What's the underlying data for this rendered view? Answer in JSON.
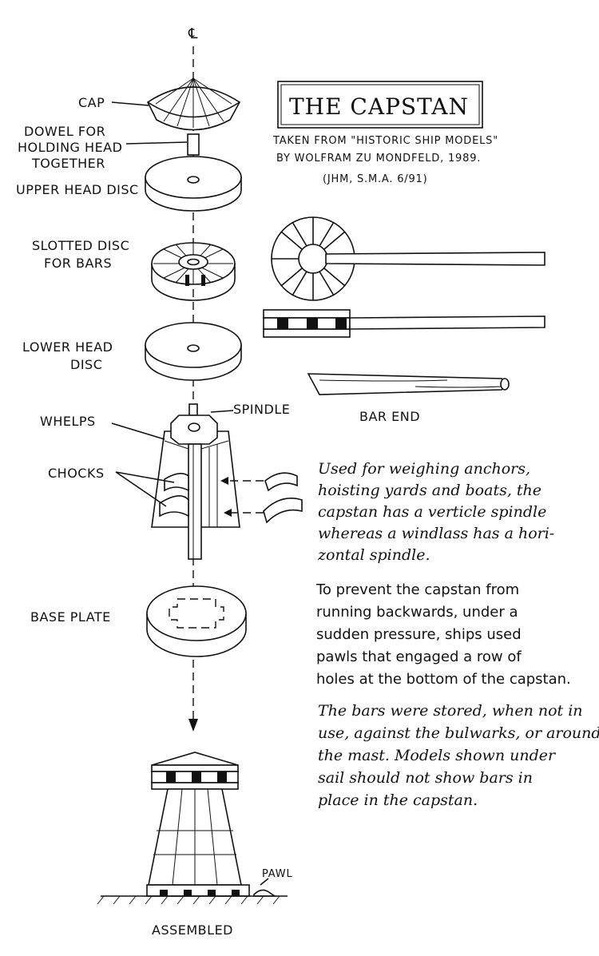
{
  "title": {
    "heading": "THE CAPSTAN",
    "source_line1": "TAKEN FROM \"HISTORIC SHIP MODELS\"",
    "source_line2": "BY WOLFRAM ZU MONDFELD, 1989.",
    "source_line3": "(JHM, S.M.A. 6/91)"
  },
  "centerline_symbol": "℄",
  "labels": {
    "cap": "CAP",
    "dowel_1": "DOWEL FOR",
    "dowel_2": "HOLDING HEAD",
    "dowel_3": "TOGETHER",
    "upper_head_disc": "UPPER HEAD DISC",
    "slotted_1": "SLOTTED DISC",
    "slotted_2": "FOR BARS",
    "lower_head_1": "LOWER HEAD",
    "lower_head_2": "DISC",
    "whelps": "WHELPS",
    "spindle": "SPINDLE",
    "chocks": "CHOCKS",
    "base_plate": "BASE PLATE",
    "bar_end": "BAR END",
    "pawl": "PAWL",
    "assembled": "ASSEMBLED"
  },
  "notes": {
    "para1": [
      "Used for weighing anchors,",
      "hoisting yards and boats, the",
      "capstan has a verticle spindle",
      "whereas a windlass has a hori-",
      "zontal spindle."
    ],
    "para2": [
      "To prevent the capstan from",
      "running backwards, under a",
      "sudden pressure, ships used",
      "pawls that engaged a row of",
      "holes at the bottom of the capstan."
    ],
    "para3": [
      "The bars were stored, when not in",
      "use, against the bulwarks, or around",
      "the mast. Models shown under",
      "sail should not show bars in",
      "place in the capstan."
    ]
  }
}
